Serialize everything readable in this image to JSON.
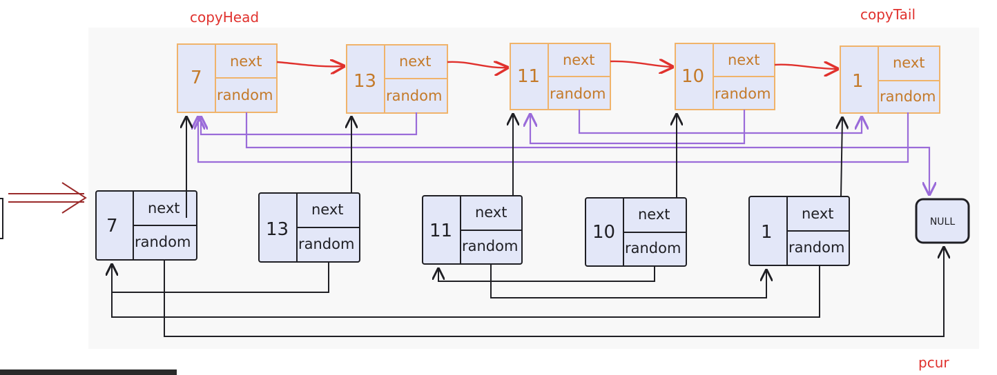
{
  "labels": {
    "copy_head": "copyHead",
    "copy_tail": "copyTail",
    "pcur": "pcur"
  },
  "copy_nodes": [
    {
      "value": "7",
      "next": "next",
      "random": "random"
    },
    {
      "value": "13",
      "next": "next",
      "random": "random"
    },
    {
      "value": "11",
      "next": "next",
      "random": "random"
    },
    {
      "value": "10",
      "next": "next",
      "random": "random"
    },
    {
      "value": "1",
      "next": "next",
      "random": "random"
    }
  ],
  "original_nodes": [
    {
      "value": "7",
      "next": "next",
      "random": "random"
    },
    {
      "value": "13",
      "next": "next",
      "random": "random"
    },
    {
      "value": "11",
      "next": "next",
      "random": "random"
    },
    {
      "value": "10",
      "next": "next",
      "random": "random"
    },
    {
      "value": "1",
      "next": "next",
      "random": "random"
    }
  ],
  "null_node": {
    "label": "NULL"
  },
  "colors": {
    "copy_border": "#f0b36a",
    "copy_text": "#c47a2a",
    "node_fill": "#e3e7f8",
    "next_arrow": "#e0312d",
    "random_arrow": "#9a6bd9",
    "original_border": "#1f1f24"
  }
}
